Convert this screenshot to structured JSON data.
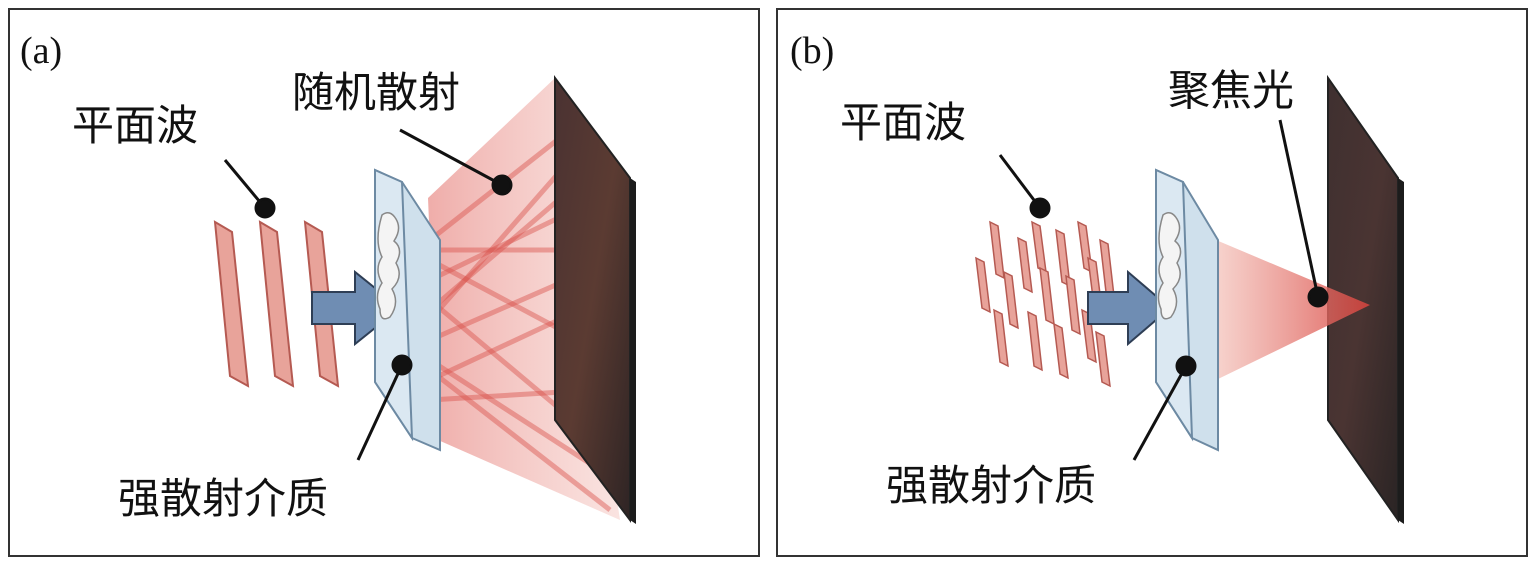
{
  "panel_a": {
    "label": "(a)",
    "plane_wave": "平面波",
    "random_scattering": "随机散射",
    "medium": "强散射介质"
  },
  "panel_b": {
    "label": "(b)",
    "plane_wave": "平面波",
    "focused_light": "聚焦光",
    "medium": "强散射介质"
  },
  "colors": {
    "wave": "#e8a39a",
    "wave_edge": "#b55a52",
    "arrow": "#6f8db3",
    "slab": "#cfe0ec",
    "screen": "#3a2a2a",
    "beam": "#e26a64"
  }
}
